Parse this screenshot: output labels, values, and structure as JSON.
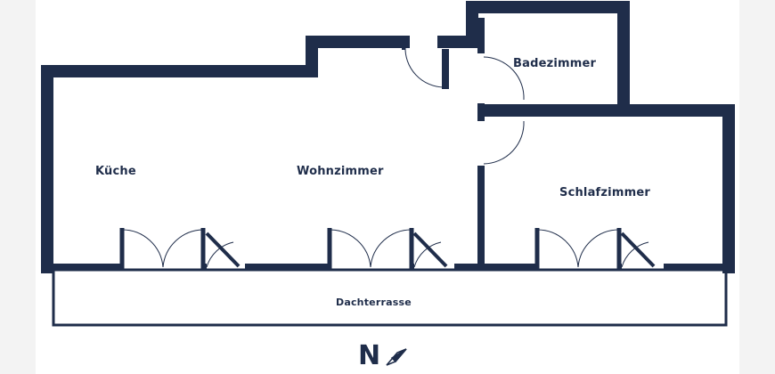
{
  "rooms": {
    "kitchen": "Küche",
    "living": "Wohnzimmer",
    "bath": "Badezimmer",
    "bedroom": "Schlafzimmer",
    "terrace": "Dachterrasse"
  },
  "compass": {
    "letter": "N",
    "arrow_icon": "compass-needle-icon"
  },
  "colors": {
    "wall": "#1f2d4a",
    "door": "#1f2d4a",
    "background": "#ffffff"
  }
}
